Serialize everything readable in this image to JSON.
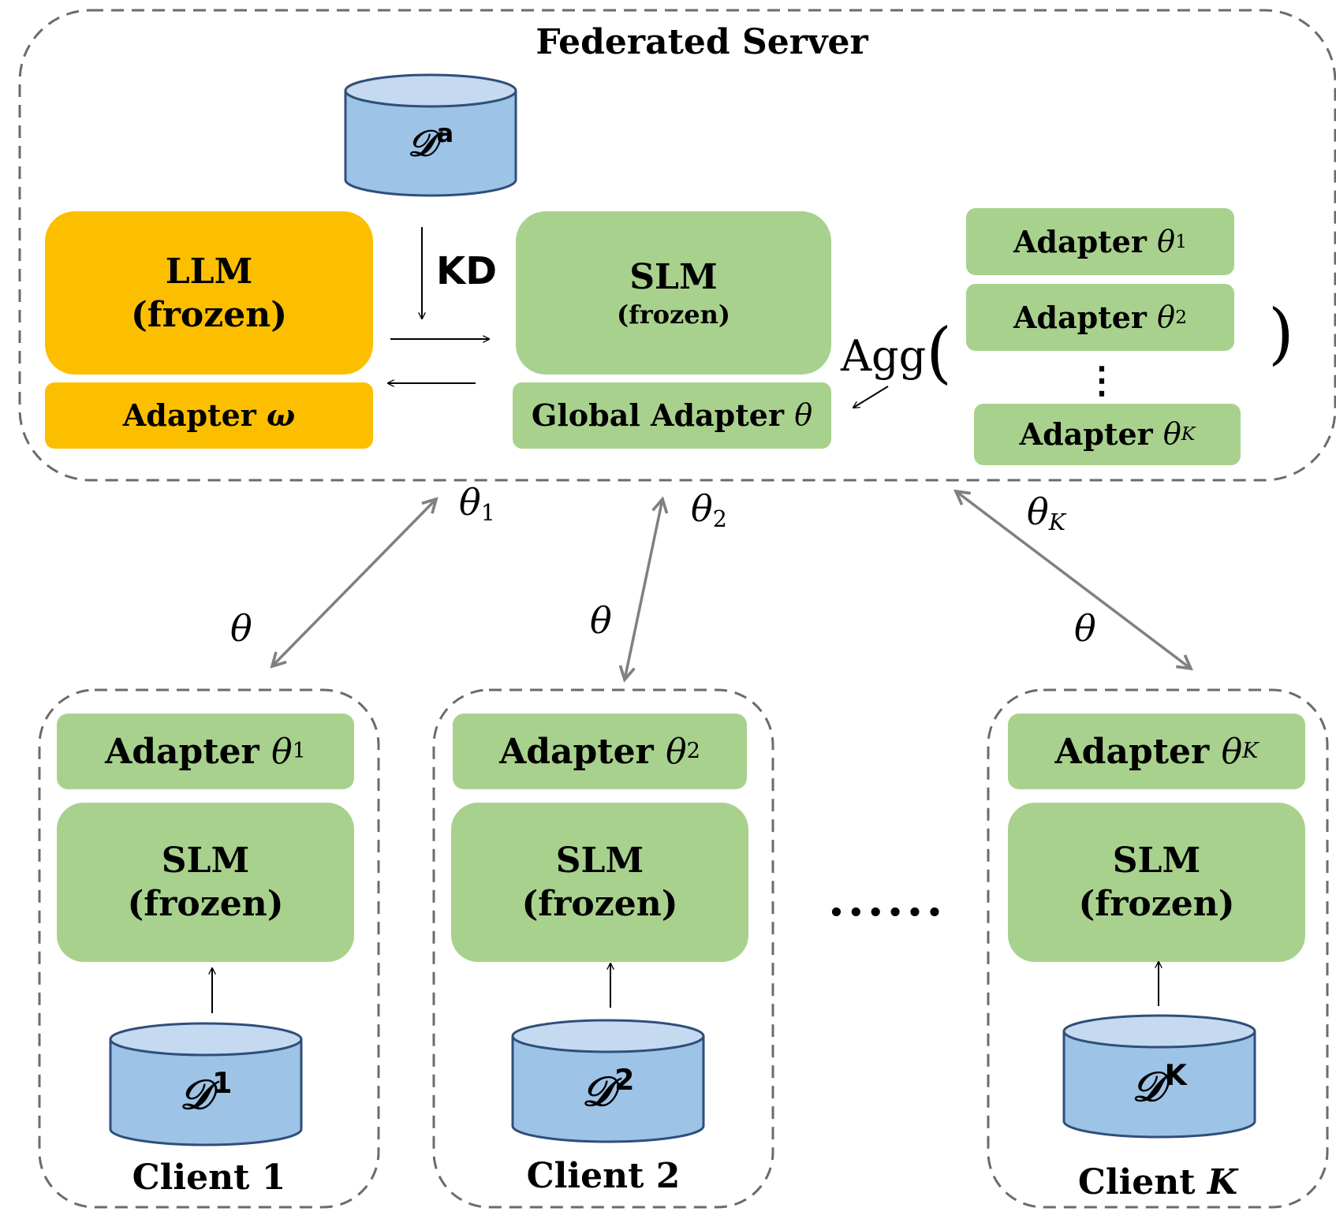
{
  "server": {
    "title": "Federated Server",
    "db_name": "𝒟",
    "db_sup": "a",
    "llm": {
      "line1": "LLM",
      "line2": "(frozen)"
    },
    "adapter_omega": {
      "text": "Adapter",
      "symbol": "ω"
    },
    "kd": "KD",
    "slm": {
      "line1": "SLM",
      "line2": "(frozen)"
    },
    "global_adapter": {
      "text": "Global Adapter",
      "symbol": "θ"
    },
    "agg_text": "Agg",
    "agg_open": "(",
    "agg_close": ")",
    "adapters": [
      {
        "text": "Adapter",
        "symbol": "θ",
        "sub": "1"
      },
      {
        "text": "Adapter",
        "symbol": "θ",
        "sub": "2"
      },
      {
        "text": "Adapter",
        "symbol": "θ",
        "sub": "K"
      }
    ],
    "vdots": "⋮"
  },
  "links": [
    {
      "up_symbol": "θ",
      "up_sub": "1",
      "down_symbol": "θ"
    },
    {
      "up_symbol": "θ",
      "up_sub": "2",
      "down_symbol": "θ"
    },
    {
      "up_symbol": "θ",
      "up_sub": "K",
      "down_symbol": "θ"
    }
  ],
  "clients": [
    {
      "adapter_text": "Adapter",
      "adapter_symbol": "θ",
      "adapter_sub": "1",
      "slm_line1": "SLM",
      "slm_line2": "(frozen)",
      "db_name": "𝒟",
      "db_sup": "1",
      "label_text": "Client",
      "label_suffix": "1"
    },
    {
      "adapter_text": "Adapter",
      "adapter_symbol": "θ",
      "adapter_sub": "2",
      "slm_line1": "SLM",
      "slm_line2": "(frozen)",
      "db_name": "𝒟",
      "db_sup": "2",
      "label_text": "Client",
      "label_suffix": "2"
    },
    {
      "adapter_text": "Adapter",
      "adapter_symbol": "θ",
      "adapter_sub": "K",
      "slm_line1": "SLM",
      "slm_line2": "(frozen)",
      "db_name": "𝒟",
      "db_sup": "K",
      "label_text": "Client",
      "label_suffix": "K"
    }
  ],
  "ellipsis": "......",
  "colors": {
    "orange": "#fcbf00",
    "green": "#a9d18e",
    "db_fill": "#9dc3e6",
    "db_top": "#c5daf0",
    "db_stroke": "#2f4f7a",
    "dash": "#6b6b6b",
    "arrow_gray": "#808080"
  }
}
